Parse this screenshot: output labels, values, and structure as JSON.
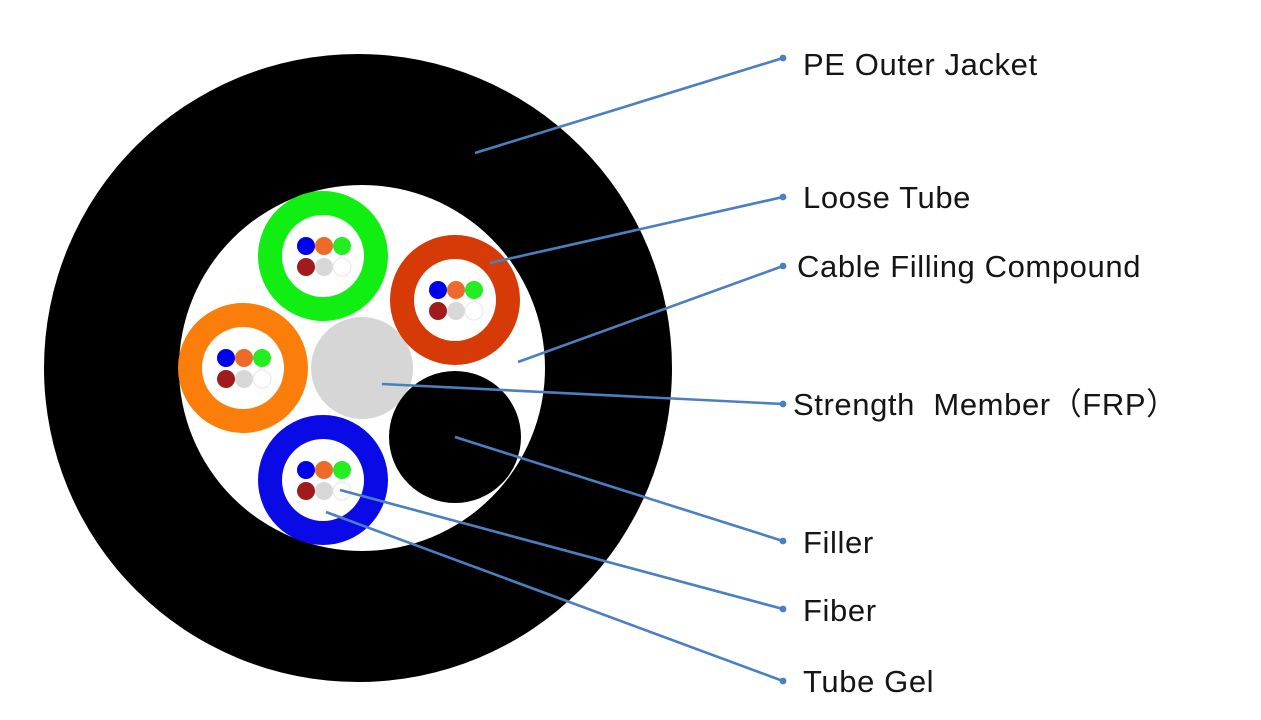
{
  "title": "Optical fiber cable cross-section",
  "colors": {
    "jacket": "#000000",
    "filling": "#ffffff",
    "strength_member": "#d6d6d6",
    "filler": "#000000",
    "leader": "#4a7fc1",
    "text": "#151515"
  },
  "loose_tubes": [
    {
      "name": "green-tube",
      "color": "#11ee11"
    },
    {
      "name": "red-tube",
      "color": "#d63a06"
    },
    {
      "name": "orange-tube",
      "color": "#fb7d0a"
    },
    {
      "name": "blue-tube",
      "color": "#0a0ae6"
    }
  ],
  "fiber_colors": [
    "#0000ee",
    "#ee6a2a",
    "#22ee22",
    "#a01c1c",
    "#d8d8d8",
    "#ffffff"
  ],
  "labels": [
    {
      "id": "pe-outer-jacket",
      "text": "PE Outer Jacket"
    },
    {
      "id": "loose-tube",
      "text": "Loose Tube"
    },
    {
      "id": "cable-filling-compound",
      "text": "Cable Filling Compound"
    },
    {
      "id": "strength-member",
      "text": "Strength  Member（FRP）"
    },
    {
      "id": "filler",
      "text": "Filler"
    },
    {
      "id": "fiber",
      "text": "Fiber"
    },
    {
      "id": "tube-gel",
      "text": "Tube Gel"
    }
  ]
}
